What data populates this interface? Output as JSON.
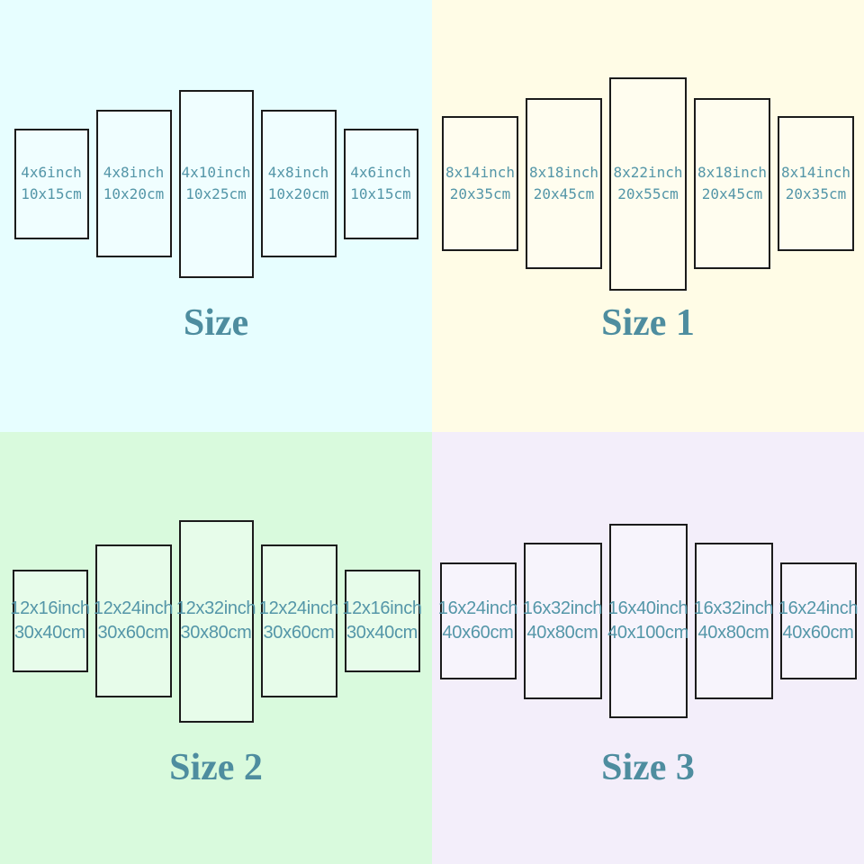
{
  "colors": {
    "q0_bg": "#e7feff",
    "q1_bg": "#fffce6",
    "q2_bg": "#d9fadd",
    "q3_bg": "#f3eefa",
    "panel_text": "#5496a8",
    "title_text": "#4e8d9f",
    "panel_border": "#1b1b1b"
  },
  "quadrants": [
    {
      "title": "Size",
      "panels": [
        {
          "inch": "4x6inch",
          "cm": "10x15cm"
        },
        {
          "inch": "4x8inch",
          "cm": "10x20cm"
        },
        {
          "inch": "4x10inch",
          "cm": "10x25cm"
        },
        {
          "inch": "4x8inch",
          "cm": "10x20cm"
        },
        {
          "inch": "4x6inch",
          "cm": "10x15cm"
        }
      ]
    },
    {
      "title": "Size 1",
      "panels": [
        {
          "inch": "8x14inch",
          "cm": "20x35cm"
        },
        {
          "inch": "8x18inch",
          "cm": "20x45cm"
        },
        {
          "inch": "8x22inch",
          "cm": "20x55cm"
        },
        {
          "inch": "8x18inch",
          "cm": "20x45cm"
        },
        {
          "inch": "8x14inch",
          "cm": "20x35cm"
        }
      ]
    },
    {
      "title": "Size 2",
      "panels": [
        {
          "inch": "12x16inch",
          "cm": "30x40cm"
        },
        {
          "inch": "12x24inch",
          "cm": "30x60cm"
        },
        {
          "inch": "12x32inch",
          "cm": "30x80cm"
        },
        {
          "inch": "12x24inch",
          "cm": "30x60cm"
        },
        {
          "inch": "12x16inch",
          "cm": "30x40cm"
        }
      ]
    },
    {
      "title": "Size 3",
      "panels": [
        {
          "inch": "16x24inch",
          "cm": "40x60cm"
        },
        {
          "inch": "16x32inch",
          "cm": "40x80cm"
        },
        {
          "inch": "16x40inch",
          "cm": "40x100cm"
        },
        {
          "inch": "16x32inch",
          "cm": "40x80cm"
        },
        {
          "inch": "16x24inch",
          "cm": "40x60cm"
        }
      ]
    }
  ]
}
